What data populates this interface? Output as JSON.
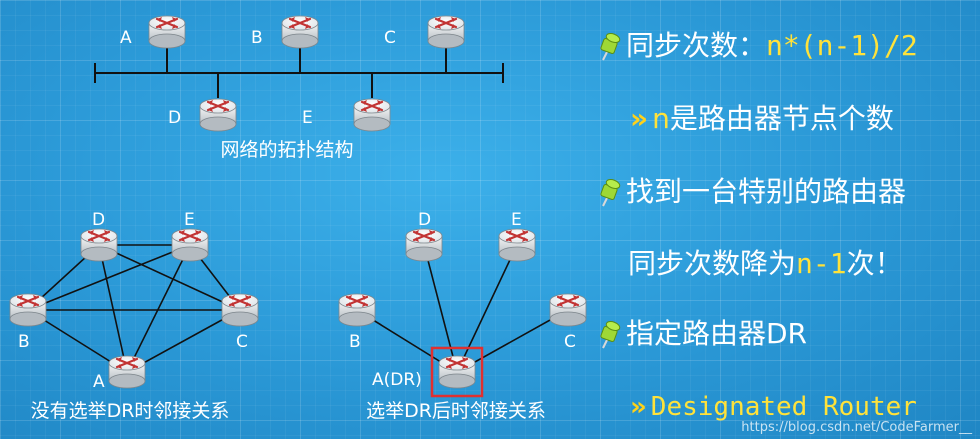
{
  "diagram": {
    "top_nodes": {
      "A": "A",
      "B": "B",
      "C": "C",
      "D": "D",
      "E": "E"
    },
    "top_caption": "网络的拓扑结构",
    "left_nodes": {
      "A": "A",
      "B": "B",
      "C": "C",
      "D": "D",
      "E": "E"
    },
    "left_caption": "没有选举DR时邻接关系",
    "right_nodes": {
      "A": "A(DR)",
      "B": "B",
      "C": "C",
      "D": "D",
      "E": "E"
    },
    "right_caption": "选举DR后时邻接关系"
  },
  "bullets": {
    "sync_label": "同步次数：",
    "sync_formula": "n*(n-1)/2",
    "n_var": "n",
    "n_desc": "是路由器节点个数",
    "find_router": "找到一台特别的路由器",
    "reduce_prefix": "同步次数降为",
    "reduce_value": "n-1",
    "reduce_suffix": "次！",
    "designated": "指定路由器DR",
    "designated_en": "Designated Router"
  },
  "watermark": "https://blog.csdn.net/CodeFarmer__",
  "colors": {
    "accent_yellow": "#ffe23a",
    "highlight_box": "#e03030",
    "background": "#2a98d6"
  }
}
